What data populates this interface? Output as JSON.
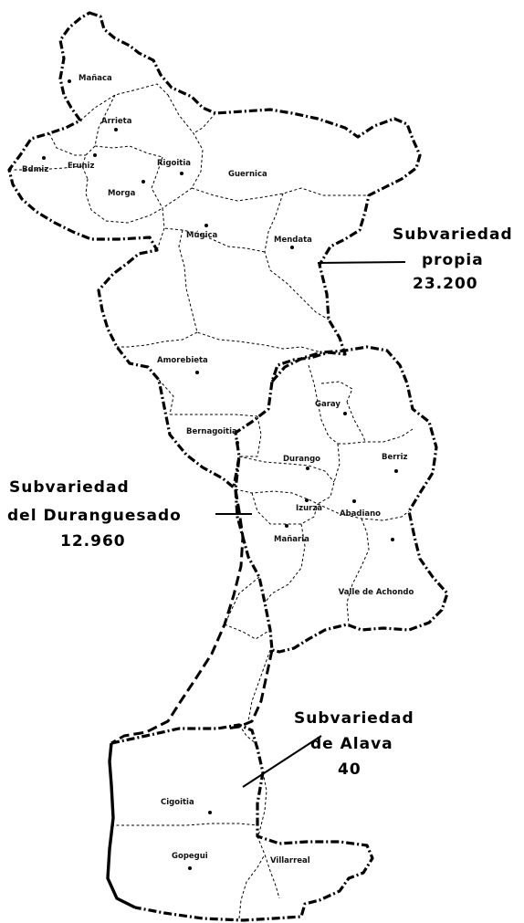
{
  "map": {
    "municipalities": [
      {
        "id": "manaca",
        "label": "Mañaca"
      },
      {
        "id": "arrieta",
        "label": "Arrieta"
      },
      {
        "id": "bdmiz",
        "label": "Bdmiz"
      },
      {
        "id": "frunis",
        "label": "Fruniz"
      },
      {
        "id": "rigoitia",
        "label": "Rigoitia"
      },
      {
        "id": "guernica",
        "label": "Guernica"
      },
      {
        "id": "morga",
        "label": "Morga"
      },
      {
        "id": "mugica",
        "label": "Múgica"
      },
      {
        "id": "mendata",
        "label": "Mendata"
      },
      {
        "id": "amorebieta",
        "label": "Amorebieta"
      },
      {
        "id": "garay",
        "label": "Garay"
      },
      {
        "id": "bernagoitia",
        "label": "Bernagoitia"
      },
      {
        "id": "berriz",
        "label": "Berriz"
      },
      {
        "id": "durango",
        "label": "Durango"
      },
      {
        "id": "izurza",
        "label": "Izurza"
      },
      {
        "id": "abadiano",
        "label": "Abadiano"
      },
      {
        "id": "manaria",
        "label": "Mañaria"
      },
      {
        "id": "valle-achondo",
        "label": "Valle de Achondo"
      },
      {
        "id": "cigoitia",
        "label": "Cigoitia"
      },
      {
        "id": "gopegui",
        "label": "Gopegui"
      },
      {
        "id": "villarreal",
        "label": "Villarreal"
      }
    ],
    "callouts": {
      "propia": {
        "line1": "Subvariedad",
        "line2": "propia",
        "line3": "23.200"
      },
      "duranguesado": {
        "line1": "Subvariedad",
        "line2": "del Duranguesado",
        "line3": "12.960"
      },
      "alava": {
        "line1": "Subvariedad",
        "line2": "de Alava",
        "line3": "40"
      }
    }
  }
}
